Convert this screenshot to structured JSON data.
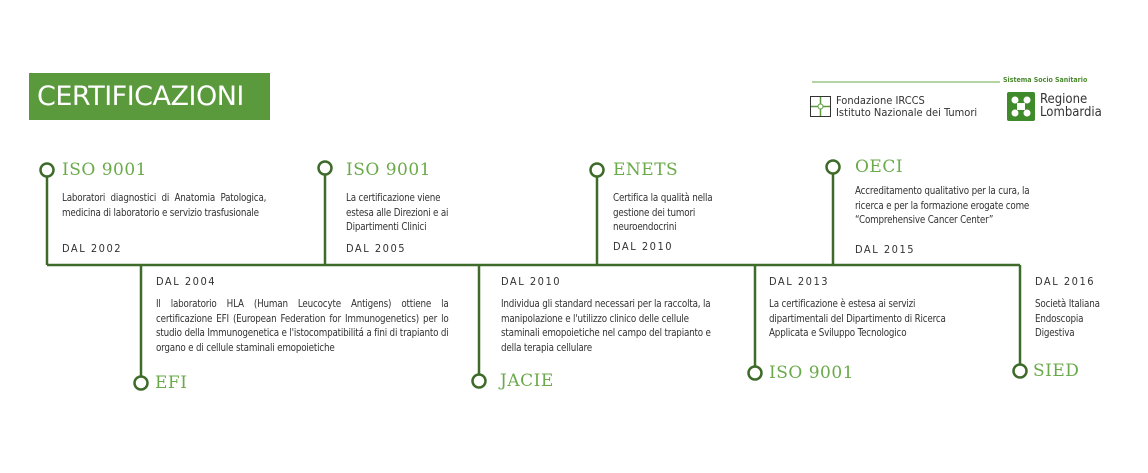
{
  "header": {
    "title": "CERTIFICAZIONI"
  },
  "logos": {
    "system": "Sistema Socio Sanitario",
    "fondazione_line1": "Fondazione IRCCS",
    "fondazione_line2": "Istituto Nazionale dei Tumori",
    "regione_line1": "Regione",
    "regione_line2": "Lombardia"
  },
  "colors": {
    "accent": "#5b9a3c",
    "line": "#3e6b2a",
    "title_text": "#6aaa4a"
  },
  "timeline": [
    {
      "title": "ISO 9001",
      "text": "Laboratori diagnostici di Anatomia Patologica, medicina di laboratorio e servizio trasfusionale",
      "date": "DAL 2002"
    },
    {
      "title": "EFI",
      "text": "Il laboratorio HLA (Human Leucocyte Antigens) ottiene la certificazione EFI (European Federation for Immunogenetics) per lo studio della Immunogenetica e l'istocompatibilitá a fini di trapianto di organo e di cellule staminali emopoietiche",
      "date": "DAL 2004"
    },
    {
      "title": "ISO 9001",
      "text": "La certificazione viene estesa alle Direzioni e ai Dipartimenti Clinici",
      "date": "DAL 2005"
    },
    {
      "title": "JACIE",
      "text": "Individua gli standard necessari per la raccolta, la manipolazione e l'utilizzo clinico delle cellule staminali emopoietiche nel campo del trapianto e della terapia cellulare",
      "date": "DAL 2010"
    },
    {
      "title": "ENETS",
      "text": "Certifica la qualità nella gestione dei tumori neuroendocrini",
      "date": "DAL 2010"
    },
    {
      "title": "ISO 9001",
      "text": "La certificazione è estesa ai servizi dipartimentali del Dipartimento di Ricerca Applicata e Sviluppo Tecnologico",
      "date": "DAL 2013"
    },
    {
      "title": "OECI",
      "text": "Accreditamento qualitativo per la cura, la ricerca e per la formazione erogate come “Comprehensive Cancer Center”",
      "date": "DAL 2015"
    },
    {
      "title": "SIED",
      "text": "Società Italiana Endoscopia Digestiva",
      "date": "DAL 2016"
    }
  ]
}
